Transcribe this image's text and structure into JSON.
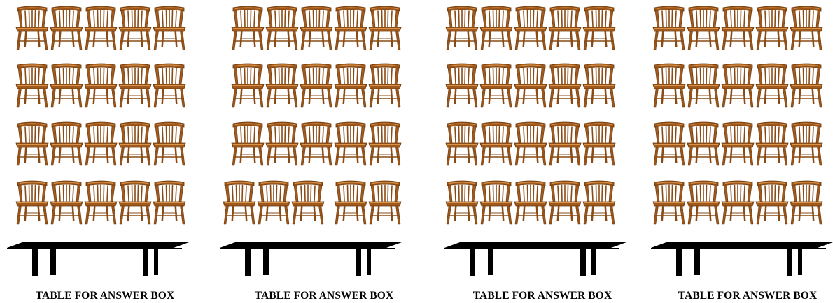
{
  "colors": {
    "chair_wood": "#a0591c",
    "chair_wood_dark": "#6b3608",
    "chair_highlight": "#d9944a",
    "table": "#000000"
  },
  "icons": {
    "chair": "wooden-windsor-chair-icon",
    "table": "long-table-icon"
  },
  "groups": [
    {
      "label": "TABLE FOR ANSWER BOX",
      "rows": [
        {
          "chairs": 5
        },
        {
          "chairs": 5
        },
        {
          "chairs": 5
        },
        {
          "chairs": 5
        }
      ]
    },
    {
      "label": "TABLE FOR ANSWER BOX",
      "rows": [
        {
          "chairs": 5
        },
        {
          "chairs": 5
        },
        {
          "chairs": 5
        },
        {
          "chairs": 5
        }
      ]
    },
    {
      "label": "TABLE FOR ANSWER BOX",
      "rows": [
        {
          "chairs": 5
        },
        {
          "chairs": 5
        },
        {
          "chairs": 5
        },
        {
          "chairs": 5
        }
      ]
    },
    {
      "label": "TABLE FOR ANSWER BOX",
      "rows": [
        {
          "chairs": 5
        },
        {
          "chairs": 5
        },
        {
          "chairs": 5
        },
        {
          "chairs": 5
        }
      ]
    }
  ]
}
